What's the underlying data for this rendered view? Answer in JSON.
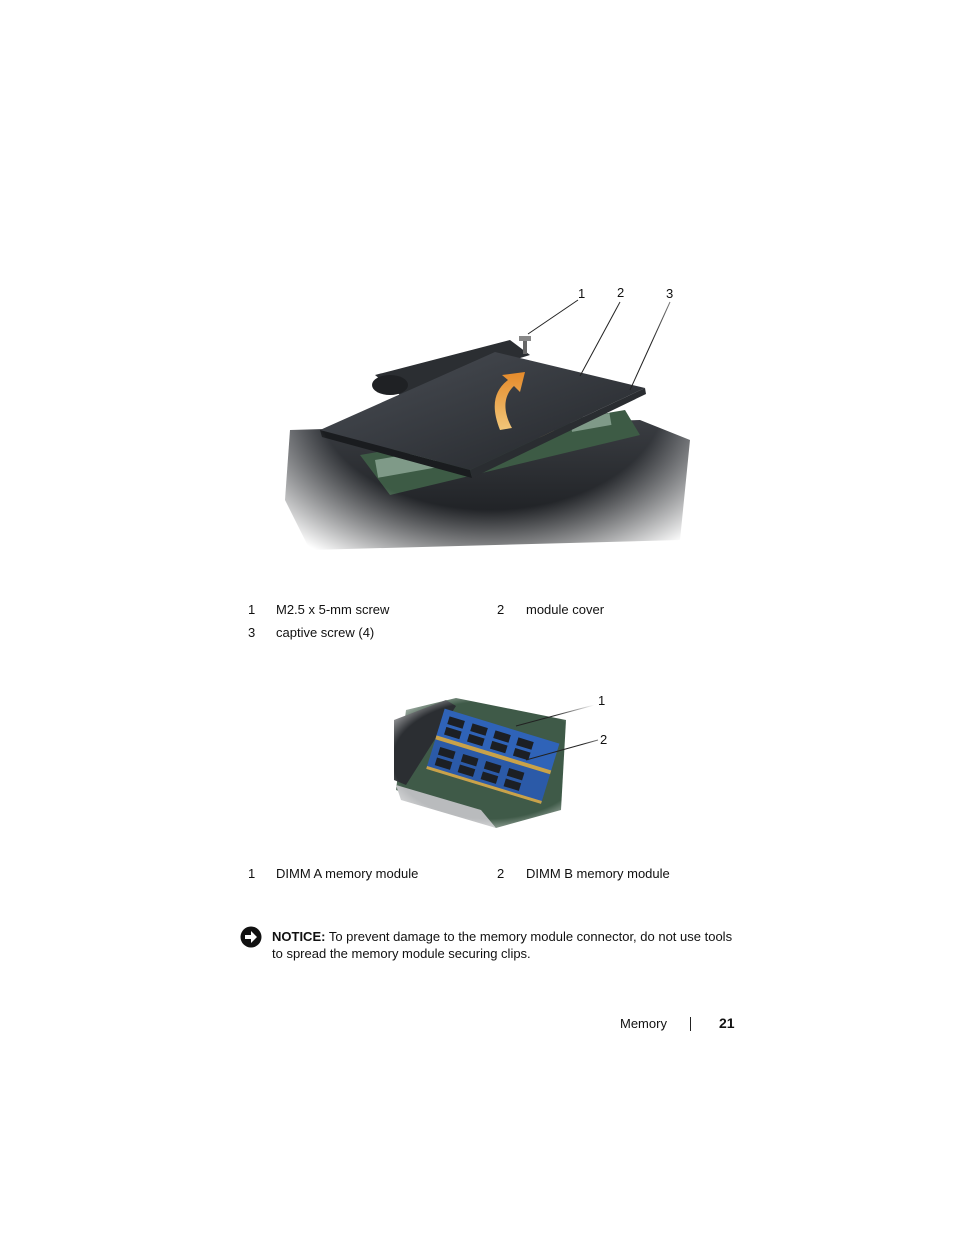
{
  "figure1": {
    "image_name": "module-cover-removal-illustration",
    "callouts": [
      "1",
      "2",
      "3"
    ],
    "legend": [
      {
        "num": "1",
        "text": "M2.5 x 5-mm screw"
      },
      {
        "num": "2",
        "text": "module cover"
      },
      {
        "num": "3",
        "text": "captive screw (4)"
      }
    ]
  },
  "figure2": {
    "image_name": "memory-module-slots-illustration",
    "callouts": [
      "1",
      "2"
    ],
    "legend": [
      {
        "num": "1",
        "text": "DIMM A memory module"
      },
      {
        "num": "2",
        "text": "DIMM B memory module"
      }
    ]
  },
  "notice": {
    "icon": "notice-arrow-icon",
    "label": "NOTICE:",
    "text": " To prevent damage to the memory module connector, do not use tools to spread the memory module securing clips."
  },
  "footer": {
    "section": "Memory",
    "page": "21"
  },
  "colors": {
    "laptop_dark": "#2a2d31",
    "board_green": "#3d5b45",
    "dimm_blue": "#2f63b8",
    "arrow_orange": "#e58a2a"
  }
}
